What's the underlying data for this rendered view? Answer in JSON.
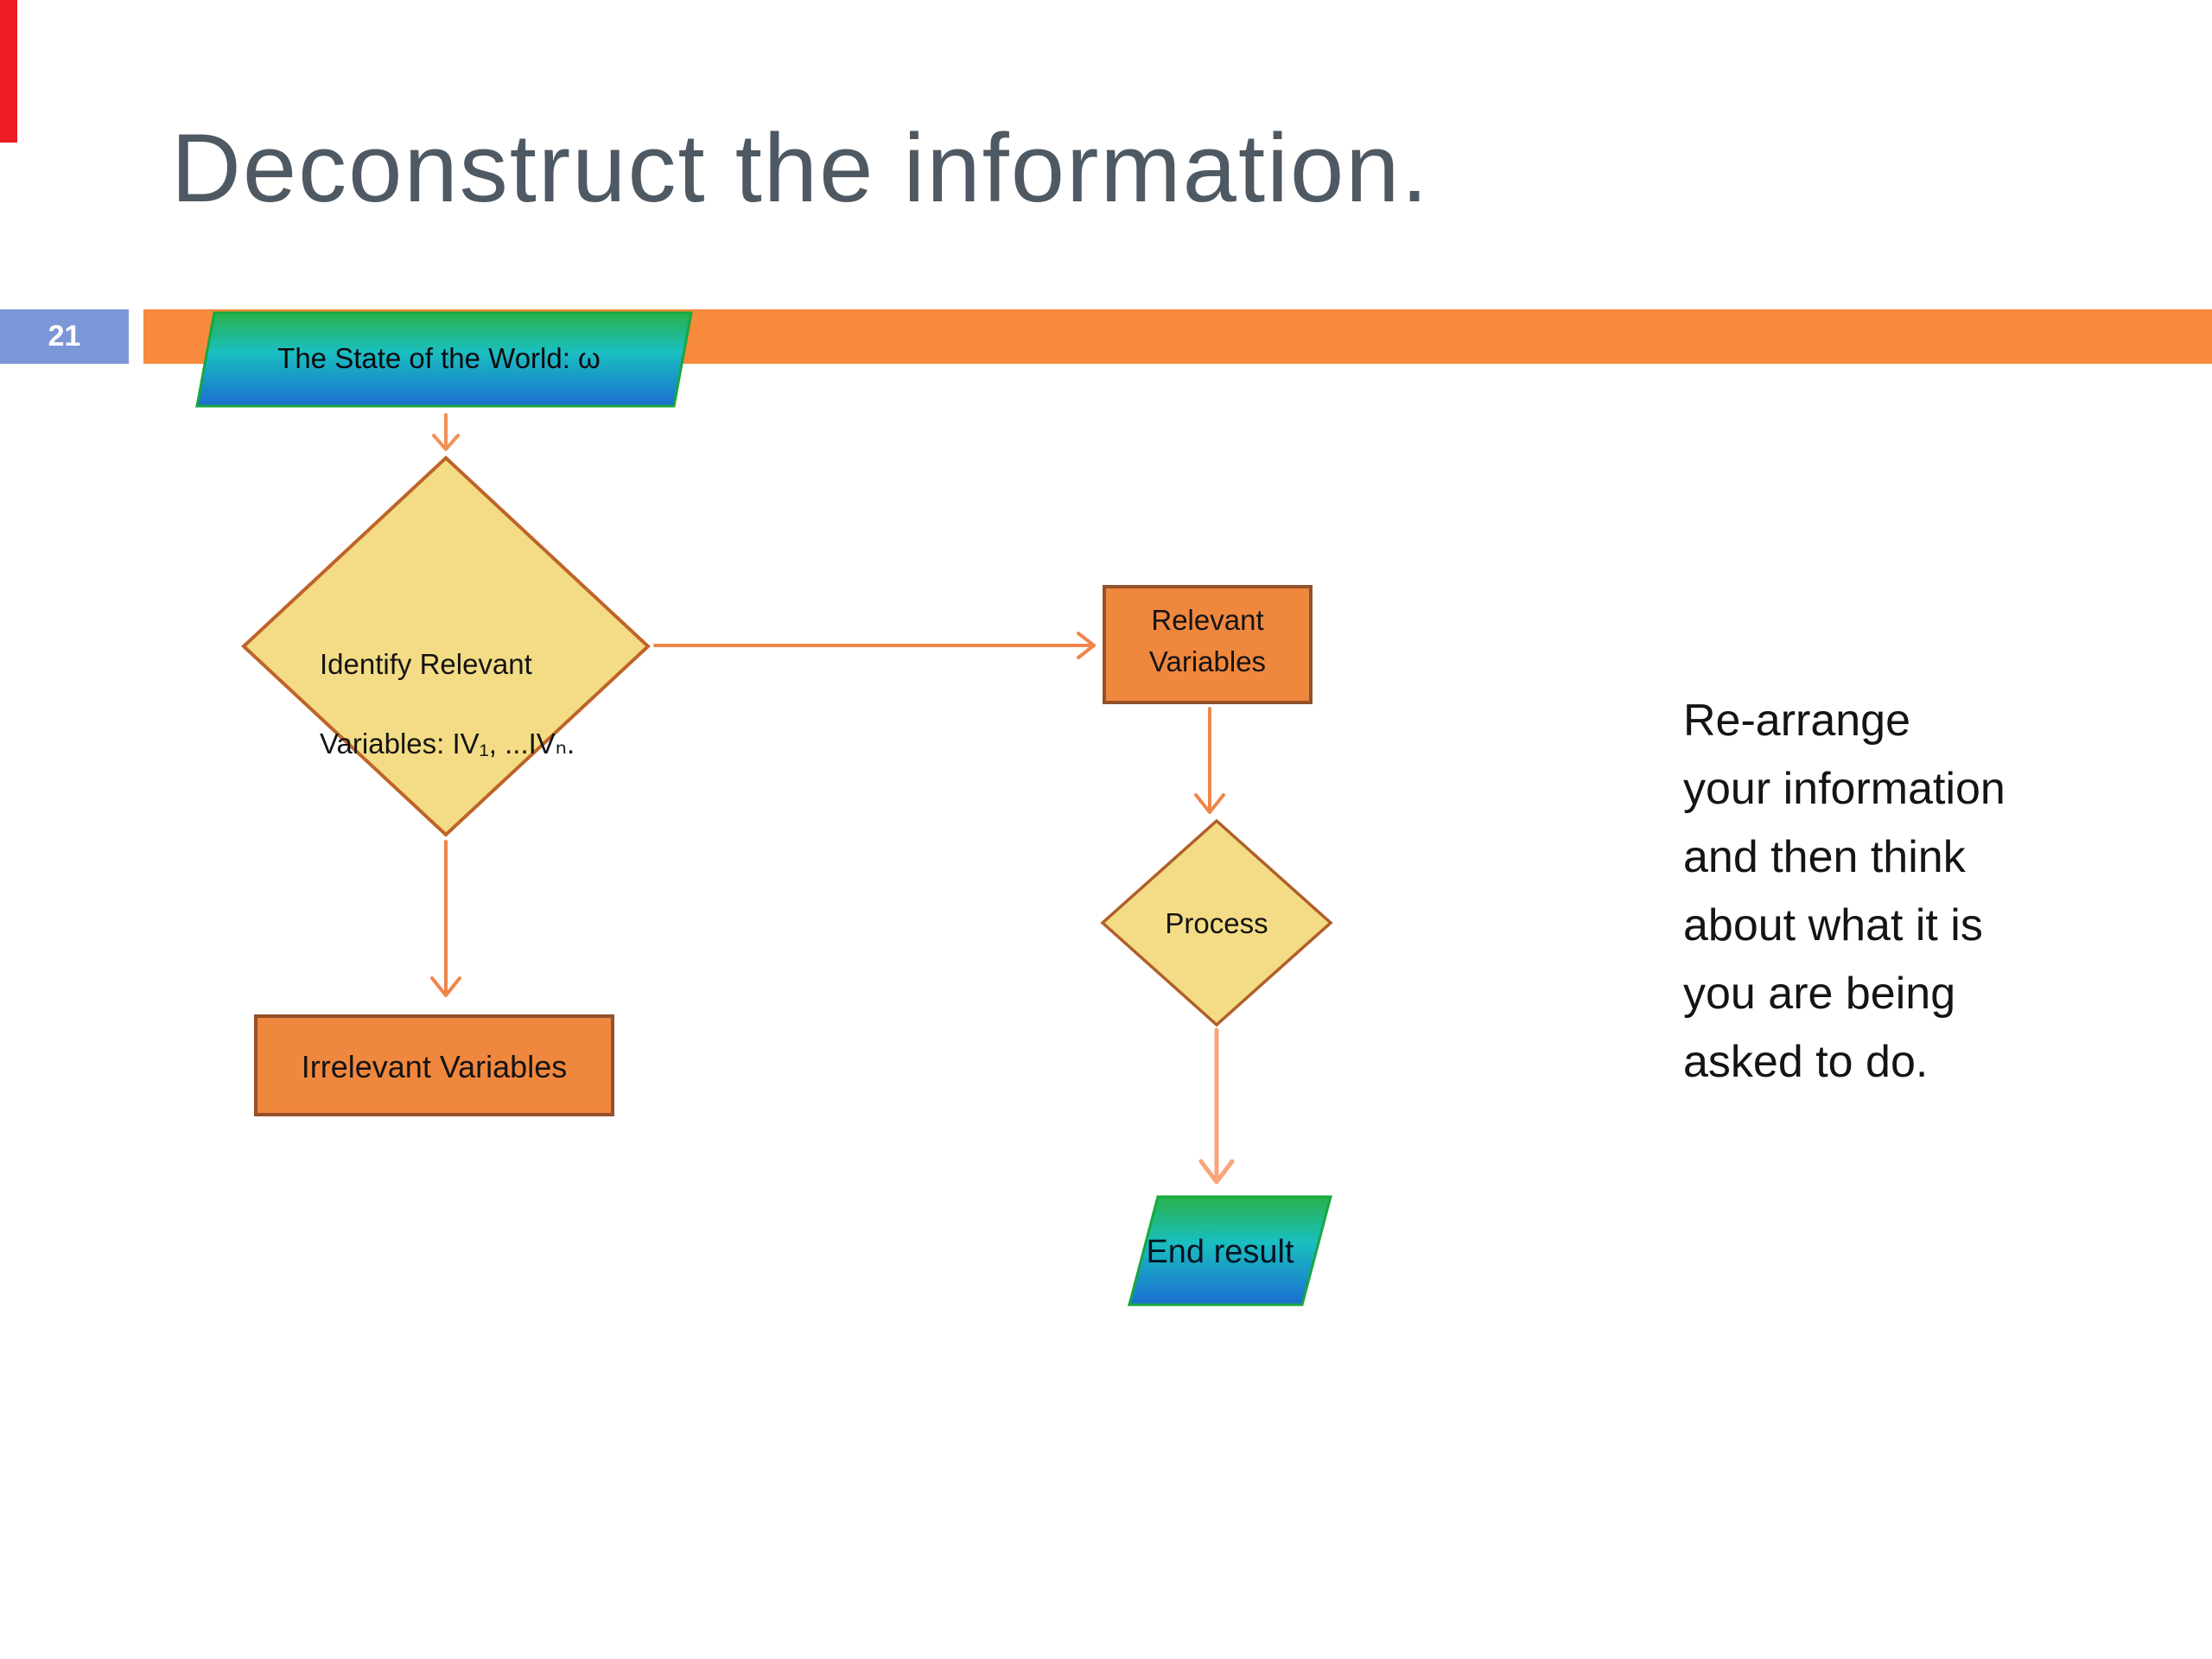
{
  "slide": {
    "title": "Deconstruct the information.",
    "page_number": "21",
    "side_note": "Re-arrange\nyour information\nand then think\nabout what it is\nyou are being\nasked to do."
  },
  "flowchart": {
    "start_node": "The State of the World: ω",
    "identify_node": {
      "line1": "Identify Relevant",
      "line2": "Variables: IV₁, ...IVₙ."
    },
    "relevant_node": "Relevant\nVariables",
    "process_node": "Process",
    "irrelevant_node": "Irrelevant Variables",
    "end_node": "End result"
  },
  "colors": {
    "title_gray": "#4e5963",
    "accent_orange_bar": "#f78a3c",
    "badge_blue": "#7c97d7",
    "diamond_fill": "#f3dc85",
    "diamond_border": "#be6428",
    "box_fill": "#f0873e",
    "box_border": "#94512a",
    "terminator_gradient_top": "#29b14b",
    "terminator_gradient_mid": "#1abfc0",
    "terminator_gradient_bottom": "#1b6ed0",
    "terminator_border": "#17a83e",
    "arrow_orange": "#f0854a",
    "arrow_light": "#f9a478",
    "red_stripe": "#ee1c24"
  }
}
